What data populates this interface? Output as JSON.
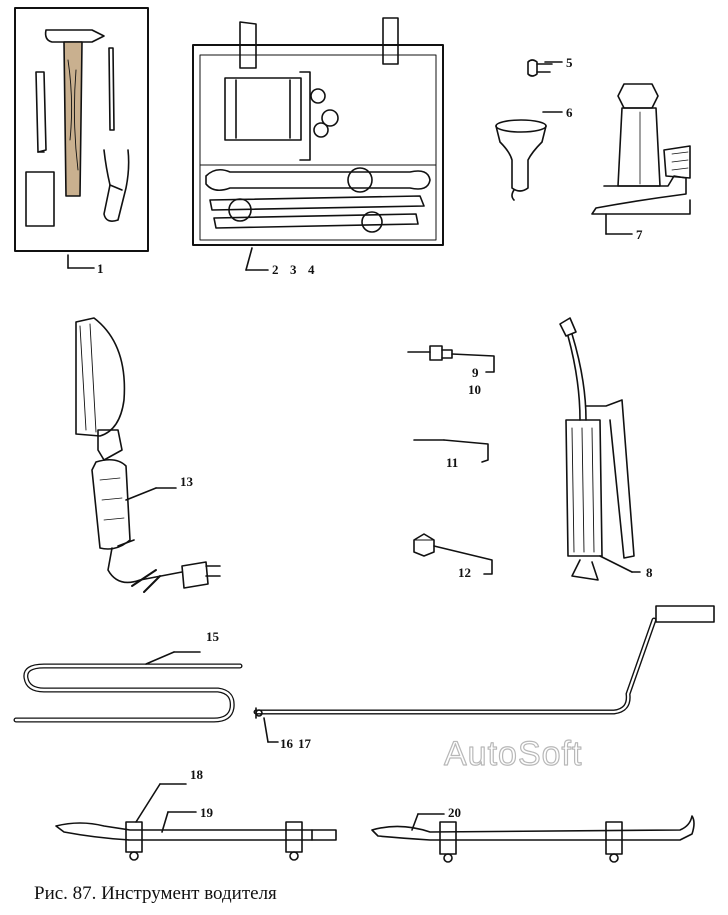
{
  "figure": {
    "caption": "Рис. 87. Инструмент водителя",
    "watermark": "AutoSoft"
  },
  "labels": {
    "l1": "1",
    "l2": "2",
    "l3": "3",
    "l4": "4",
    "l5": "5",
    "l6": "6",
    "l7": "7",
    "l8": "8",
    "l9": "9",
    "l10": "10",
    "l11": "11",
    "l12": "12",
    "l13": "13",
    "l15": "15",
    "l16": "16",
    "l17": "17",
    "l18": "18",
    "l19": "19",
    "l20": "20"
  },
  "colors": {
    "ink": "#111111",
    "paper": "#ffffff",
    "shade": "#7a5a3a"
  }
}
